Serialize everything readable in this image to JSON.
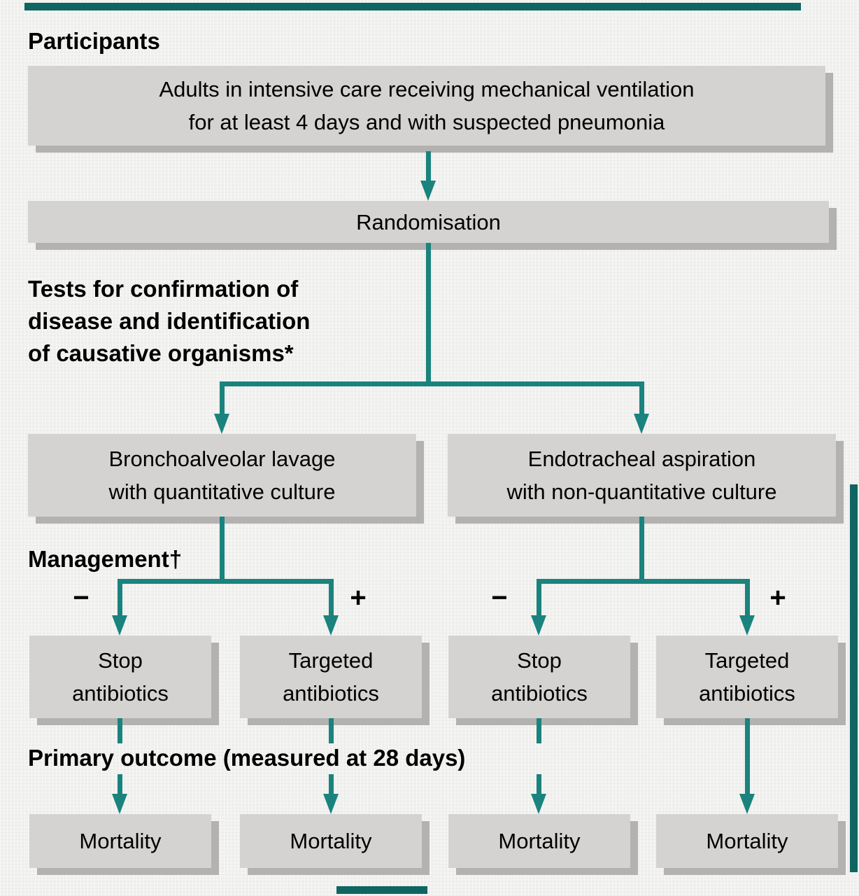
{
  "colors": {
    "teal": "#1a837d",
    "frame": "#0f6561",
    "box_bg": "#d4d3d1",
    "box_shadow": "#b3b2b0",
    "background": "#f1f1ef",
    "text": "#000000"
  },
  "flow": {
    "participants_label": "Participants",
    "eligibility": {
      "line1": "Adults in intensive care receiving mechanical ventilation",
      "line2": "for at least 4 days and with suspected pneumonia"
    },
    "randomisation_label": "Randomisation",
    "tests_heading": {
      "line1": "Tests for confirmation of",
      "line2": "disease and identification",
      "line3": "of causative organisms*"
    },
    "arms": [
      {
        "line1": "Bronchoalveolar lavage",
        "line2": "with quantitative culture"
      },
      {
        "line1": "Endotracheal aspiration",
        "line2": "with non-quantitative culture"
      }
    ],
    "management": {
      "label": "Management†",
      "signs": [
        {
          "symbol": "−"
        },
        {
          "symbol": "+"
        },
        {
          "symbol": "−"
        },
        {
          "symbol": "+"
        }
      ],
      "boxes": [
        {
          "line1": "Stop",
          "line2": "antibiotics"
        },
        {
          "line1": "Targeted",
          "line2": "antibiotics"
        },
        {
          "line1": "Stop",
          "line2": "antibiotics"
        },
        {
          "line1": "Targeted",
          "line2": "antibiotics"
        }
      ]
    },
    "primary_outcome_label": "Primary outcome (measured at 28 days)",
    "mortality_boxes": [
      {
        "label": "Mortality"
      },
      {
        "label": "Mortality"
      },
      {
        "label": "Mortality"
      },
      {
        "label": "Mortality"
      }
    ]
  }
}
